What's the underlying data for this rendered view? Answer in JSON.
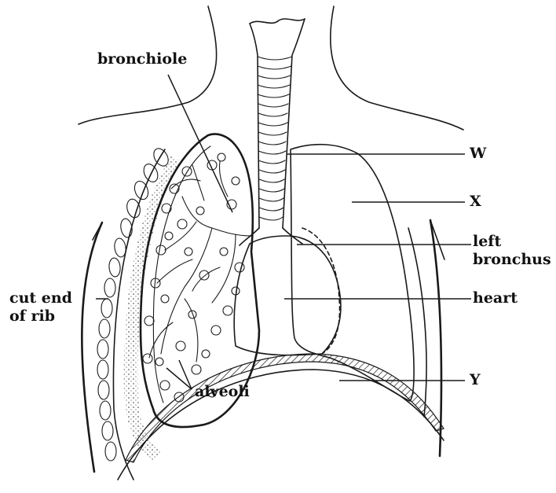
{
  "labels": {
    "bronchiole": "bronchiole",
    "w": "W",
    "x": "X",
    "left_bronchus_line1": "left",
    "left_bronchus_line2": "bronchus",
    "heart": "heart",
    "y": "Y",
    "cut_end_line1": "cut end",
    "cut_end_line2": "of rib",
    "alveoli": "alveoli"
  },
  "colors": {
    "ink": "#1a1a1a",
    "background": "#ffffff"
  }
}
